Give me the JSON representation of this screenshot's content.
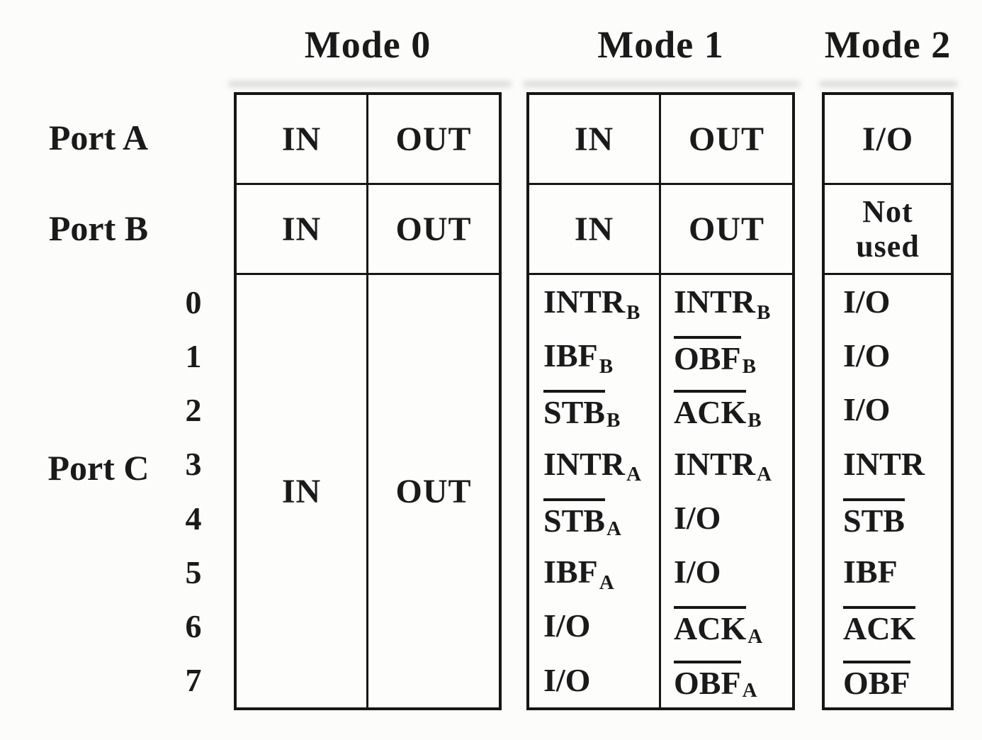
{
  "colors": {
    "ink": "#1a1a1a",
    "paper": "#fcfcfa"
  },
  "headers": {
    "mode0": "Mode 0",
    "mode1": "Mode 1",
    "mode2": "Mode 2"
  },
  "row_labels": {
    "port_a": "Port A",
    "port_b": "Port B",
    "port_c": "Port C"
  },
  "bit_numbers": [
    "0",
    "1",
    "2",
    "3",
    "4",
    "5",
    "6",
    "7"
  ],
  "mode0": {
    "port_a": {
      "in": "IN",
      "out": "OUT"
    },
    "port_b": {
      "in": "IN",
      "out": "OUT"
    },
    "port_c": {
      "in": "IN",
      "out": "OUT"
    }
  },
  "mode1": {
    "port_a": {
      "in": "IN",
      "out": "OUT"
    },
    "port_b": {
      "in": "IN",
      "out": "OUT"
    },
    "port_c": {
      "rows": [
        {
          "bit": "0",
          "in": {
            "base": "INTR",
            "sub": "B",
            "overline": false
          },
          "out": {
            "base": "INTR",
            "sub": "B",
            "overline": false
          }
        },
        {
          "bit": "1",
          "in": {
            "base": "IBF",
            "sub": "B",
            "overline": false
          },
          "out": {
            "base": "OBF",
            "sub": "B",
            "overline": true
          }
        },
        {
          "bit": "2",
          "in": {
            "base": "STB",
            "sub": "B",
            "overline": true
          },
          "out": {
            "base": "ACK",
            "sub": "B",
            "overline": true
          }
        },
        {
          "bit": "3",
          "in": {
            "base": "INTR",
            "sub": "A",
            "overline": false
          },
          "out": {
            "base": "INTR",
            "sub": "A",
            "overline": false
          }
        },
        {
          "bit": "4",
          "in": {
            "base": "STB",
            "sub": "A",
            "overline": true
          },
          "out": {
            "base": "I/O",
            "sub": "",
            "overline": false
          }
        },
        {
          "bit": "5",
          "in": {
            "base": "IBF",
            "sub": "A",
            "overline": false
          },
          "out": {
            "base": "I/O",
            "sub": "",
            "overline": false
          }
        },
        {
          "bit": "6",
          "in": {
            "base": "I/O",
            "sub": "",
            "overline": false
          },
          "out": {
            "base": "ACK",
            "sub": "A",
            "overline": true
          }
        },
        {
          "bit": "7",
          "in": {
            "base": "I/O",
            "sub": "",
            "overline": false
          },
          "out": {
            "base": "OBF",
            "sub": "A",
            "overline": true
          }
        }
      ]
    }
  },
  "mode2": {
    "port_a": "I/O",
    "port_b": {
      "line1": "Not",
      "line2": "used"
    },
    "port_c": {
      "rows": [
        {
          "bit": "0",
          "base": "I/O",
          "overline": false
        },
        {
          "bit": "1",
          "base": "I/O",
          "overline": false
        },
        {
          "bit": "2",
          "base": "I/O",
          "overline": false
        },
        {
          "bit": "3",
          "base": "INTR",
          "overline": false
        },
        {
          "bit": "4",
          "base": "STB",
          "overline": true
        },
        {
          "bit": "5",
          "base": "IBF",
          "overline": false
        },
        {
          "bit": "6",
          "base": "ACK",
          "overline": true
        },
        {
          "bit": "7",
          "base": "OBF",
          "overline": true
        }
      ]
    }
  }
}
